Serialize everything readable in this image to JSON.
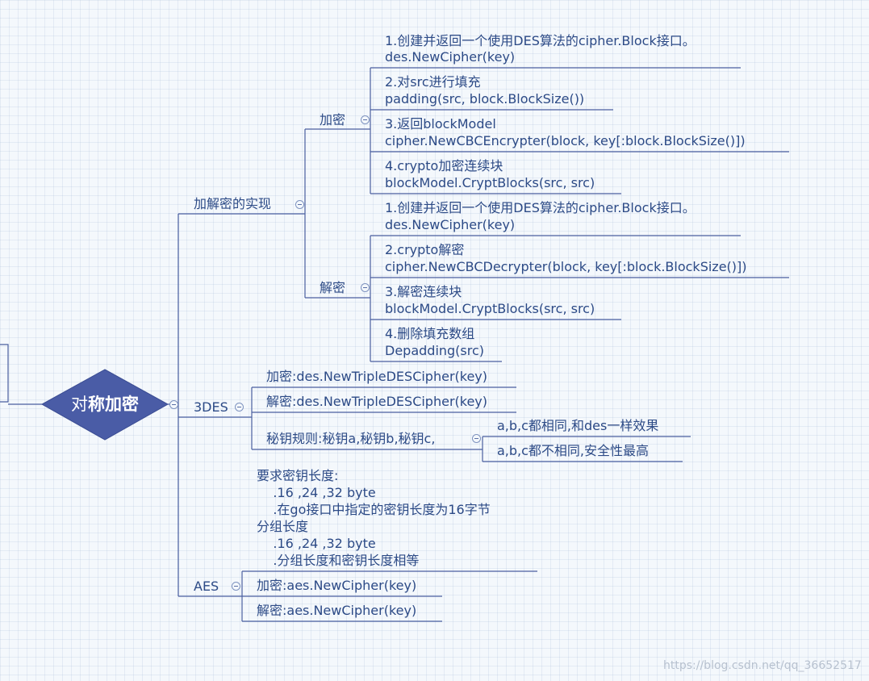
{
  "root": {
    "label_prefix": "对",
    "label_bold": "称加密"
  },
  "impl": {
    "label": "加解密的实现",
    "encrypt": {
      "label": "加密",
      "steps": [
        {
          "l1": "1.创建并返回一个使用DES算法的cipher.Block接口。",
          "l2": "des.NewCipher(key)"
        },
        {
          "l1": "2.对src进行填充",
          "l2": "padding(src, block.BlockSize())"
        },
        {
          "l1": "3.返回blockModel",
          "l2": "cipher.NewCBCEncrypter(block, key[:block.BlockSize()])"
        },
        {
          "l1": "4.crypto加密连续块",
          "l2": "blockModel.CryptBlocks(src, src)"
        }
      ]
    },
    "decrypt": {
      "label": "解密",
      "steps": [
        {
          "l1": "1.创建并返回一个使用DES算法的cipher.Block接口。",
          "l2": "des.NewCipher(key)"
        },
        {
          "l1": "2.crypto解密",
          "l2": "cipher.NewCBCDecrypter(block, key[:block.BlockSize()])"
        },
        {
          "l1": "3.解密连续块",
          "l2": "blockModel.CryptBlocks(src, src)"
        },
        {
          "l1": "4.删除填充数组",
          "l2": "Depadding(src)"
        }
      ]
    }
  },
  "tdes": {
    "label": "3DES",
    "encrypt": "加密:des.NewTripleDESCipher(key)",
    "decrypt": "解密:des.NewTripleDESCipher(key)",
    "key_rule": "秘钥规则:秘钥a,秘钥b,秘钥c,",
    "rules": [
      "a,b,c都相同,和des一样效果",
      "a,b,c都不相同,安全性最高"
    ]
  },
  "aes": {
    "label": "AES",
    "notes": [
      "要求密钥长度:",
      "    .16 ,24 ,32 byte",
      "    .在go接口中指定的密钥长度为16字节",
      "分组长度",
      "    .16 ,24 ,32 byte",
      "    .分组长度和密钥长度相等"
    ],
    "encrypt": "加密:aes.NewCipher(key)",
    "decrypt": "解密:aes.NewCipher(key)"
  },
  "watermark": "https://blog.csdn.net/qq_36652517",
  "colors": {
    "line": "#4a5fa0",
    "node": "#4a5ca6",
    "text": "#2c4a86"
  }
}
